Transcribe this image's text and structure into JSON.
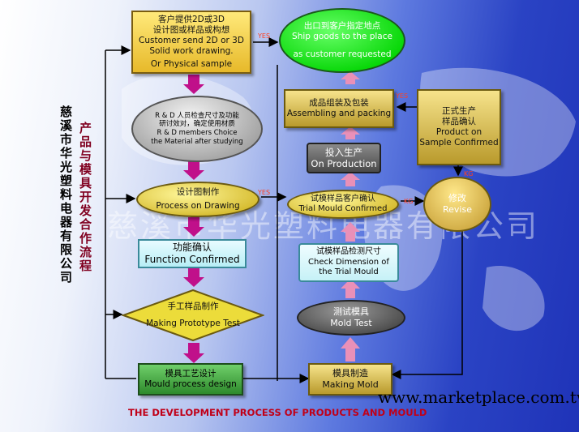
{
  "company_name": "慈溪市华光塑料电器有限公司",
  "title_vertical": "产品与模具开发合作流程",
  "caption": "THE DEVELOPMENT PROCESS  OF PRODUCTS AND MOULD",
  "watermark": "慈溪市华光塑料电器有限公司",
  "site": "www.marketplace.com.tw",
  "labels": {
    "yes1": "YES",
    "yes2": "YES",
    "yes3": "YES",
    "kg1": "KG",
    "kg2": "KG"
  },
  "nodes": {
    "customer_send": {
      "cn": "客户提供2D或3D",
      "cn2": "设计图或样品或构想",
      "en": "Customer send 2D or 3D",
      "en2": "Solid work drawing.",
      "en3": "Or Physical sample"
    },
    "rd_choice": {
      "cn": "R & D 人员检查尺寸及功能",
      "cn2": "研讨效对，确定使用材质",
      "en": "R & D members Choice",
      "en2": "the Material after studying"
    },
    "process_drawing": {
      "cn": "设计图制作",
      "en": "Process on Drawing"
    },
    "function_confirmed": {
      "cn": "功能确认",
      "en": "Function Confirmed"
    },
    "making_prototype": {
      "cn": "手工样品制作",
      "en": "Making Prototype Test"
    },
    "mould_design": {
      "cn": "模具工艺设计",
      "en": "Mould process design"
    },
    "making_mold": {
      "cn": "模具制造",
      "en": "Making Mold"
    },
    "mold_test": {
      "cn": "测试模具",
      "en": "Mold Test"
    },
    "check_dimension": {
      "cn": "试模样品检测尺寸",
      "en": "Check Dimension of",
      "en2": "the Trial Mould"
    },
    "trial_confirmed": {
      "cn": "试模样品客户确认",
      "en": "Trial Mould Confirmed"
    },
    "on_production": {
      "cn": "投入生产",
      "en": "On Production"
    },
    "assembling": {
      "cn": "成品组装及包装",
      "en": "Assembling and packing"
    },
    "ship_goods": {
      "cn": "出口到客户指定地点",
      "en": "Ship goods to the place",
      "en2": "as customer requested"
    },
    "sample_confirmed": {
      "cn": "正式生产",
      "cn2": "样品确认",
      "en": "Product on",
      "en2": "Sample Confirmed"
    },
    "revise": {
      "cn": "修改",
      "en": "Revise"
    }
  },
  "colors": {
    "arrow_magenta": "#c0108a",
    "arrow_pink": "#e990b8",
    "caption": "#c00018",
    "yes": "#ff4020",
    "vertical_title": "#800020"
  }
}
